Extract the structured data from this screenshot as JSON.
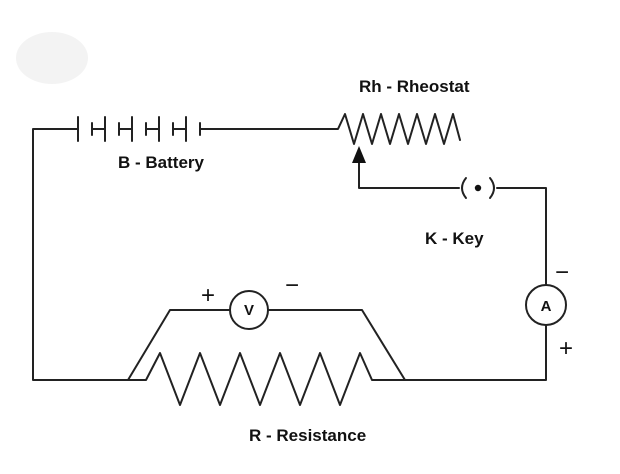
{
  "labels": {
    "battery": "B - Battery",
    "rheostat": "Rh - Rheostat",
    "key": "K - Key",
    "resistance": "R - Resistance"
  },
  "meters": {
    "voltmeter": {
      "symbol": "V",
      "plus": "+",
      "minus": "−"
    },
    "ammeter": {
      "symbol": "A",
      "plus": "+",
      "minus": "−"
    }
  },
  "key_symbol": "(•)"
}
